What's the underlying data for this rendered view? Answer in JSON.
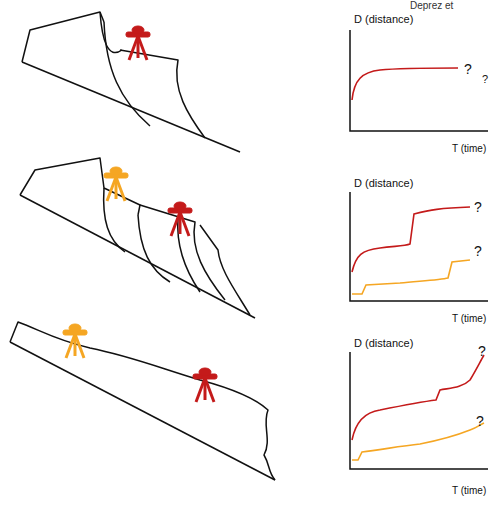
{
  "diagram": {
    "labels": [
      "Deprez et",
      "D (distance)",
      "?",
      "?",
      "T (time)",
      "D (distance)",
      "?",
      "?",
      "T (time)",
      "D (distance)",
      "?",
      "?",
      "T (time)"
    ]
  }
}
